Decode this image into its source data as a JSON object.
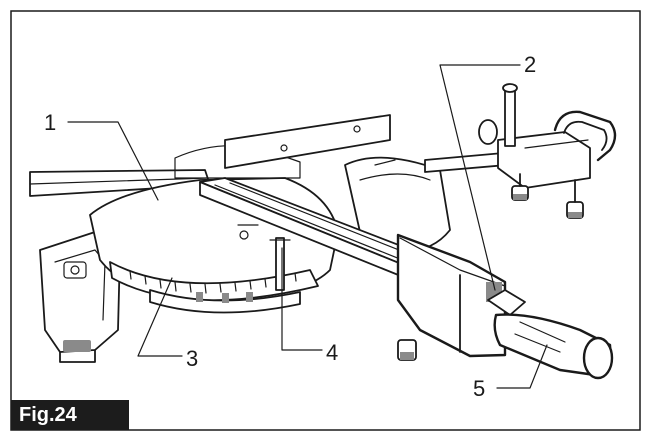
{
  "figure": {
    "label": "Fig.24",
    "callouts": [
      "1",
      "2",
      "3",
      "4",
      "5"
    ]
  },
  "colors": {
    "ink": "#1a1a1a",
    "badge_bg": "#1c1c1c",
    "badge_text": "#ffffff"
  }
}
